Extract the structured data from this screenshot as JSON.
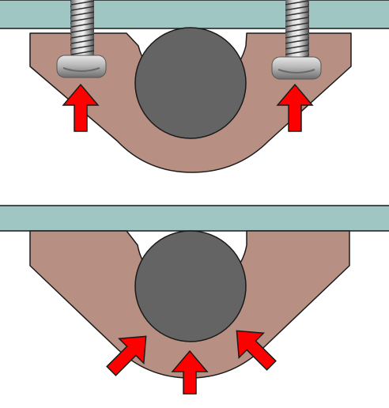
{
  "colors": {
    "background": "#ffffff",
    "surface_plate": "#9fc6c2",
    "clamp_bracket": "#b89083",
    "rod": "#646464",
    "arrow": "#ff0000",
    "outline": "#1a1a1a"
  },
  "panels": [
    {
      "state": "clamped-with-screws",
      "screws": 2,
      "force_arrows": 2,
      "arrow_direction": "up"
    },
    {
      "state": "pressure-distribution",
      "screws": 0,
      "force_arrows": 3,
      "arrow_directions": [
        "up-right",
        "up",
        "up-left"
      ]
    }
  ],
  "icons": {
    "screw": "screw-icon",
    "arrow": "force-arrow-icon"
  }
}
